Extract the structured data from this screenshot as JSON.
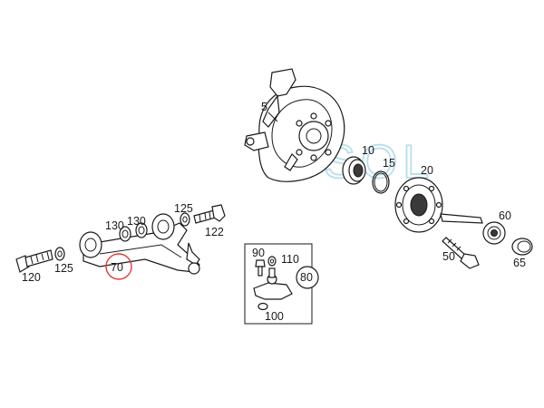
{
  "diagram": {
    "labels": {
      "p5": "5",
      "p10": "10",
      "p15": "15",
      "p20": "20",
      "p50": "50",
      "p60": "60",
      "p65": "65",
      "p70": "70",
      "p80": "80",
      "p90": "90",
      "p100": "100",
      "p110": "110",
      "p120": "120",
      "p122": "122",
      "p125a": "125",
      "p125b": "125",
      "p130a": "130",
      "p130b": "130"
    },
    "highlight_color": "#e23a3a",
    "watermark_text": "S SOL"
  }
}
